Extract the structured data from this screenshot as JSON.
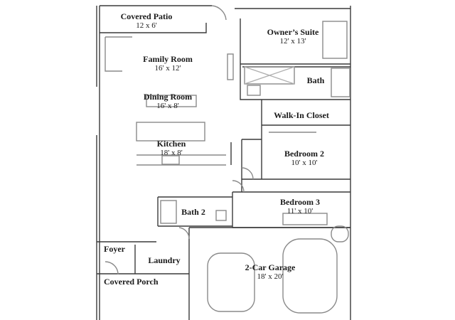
{
  "rooms": {
    "covered_patio": {
      "name": "Covered Patio",
      "size": "12 x 6'"
    },
    "owners_suite": {
      "name": "Owner’s Suite",
      "size": "12' x 13'"
    },
    "family_room": {
      "name": "Family Room",
      "size": "16' x 12'"
    },
    "bath": {
      "name": "Bath"
    },
    "dining_room": {
      "name": "Dining Room",
      "size": "16' x 8'"
    },
    "walk_in_closet": {
      "name": "Walk-In Closet"
    },
    "kitchen": {
      "name": "Kitchen",
      "size": "18' x 8'"
    },
    "bedroom_2": {
      "name": "Bedroom 2",
      "size": "10' x 10'"
    },
    "bedroom_3": {
      "name": "Bedroom 3",
      "size": "11' x 10'"
    },
    "bath_2": {
      "name": "Bath 2"
    },
    "foyer": {
      "name": "Foyer"
    },
    "laundry": {
      "name": "Laundry"
    },
    "garage": {
      "name": "2-Car Garage",
      "size": "18' x 20'"
    },
    "covered_porch": {
      "name": "Covered Porch"
    }
  },
  "colors": {
    "line": "#3a3a3a",
    "light": "#8a8a8a",
    "background": "#ffffff"
  }
}
